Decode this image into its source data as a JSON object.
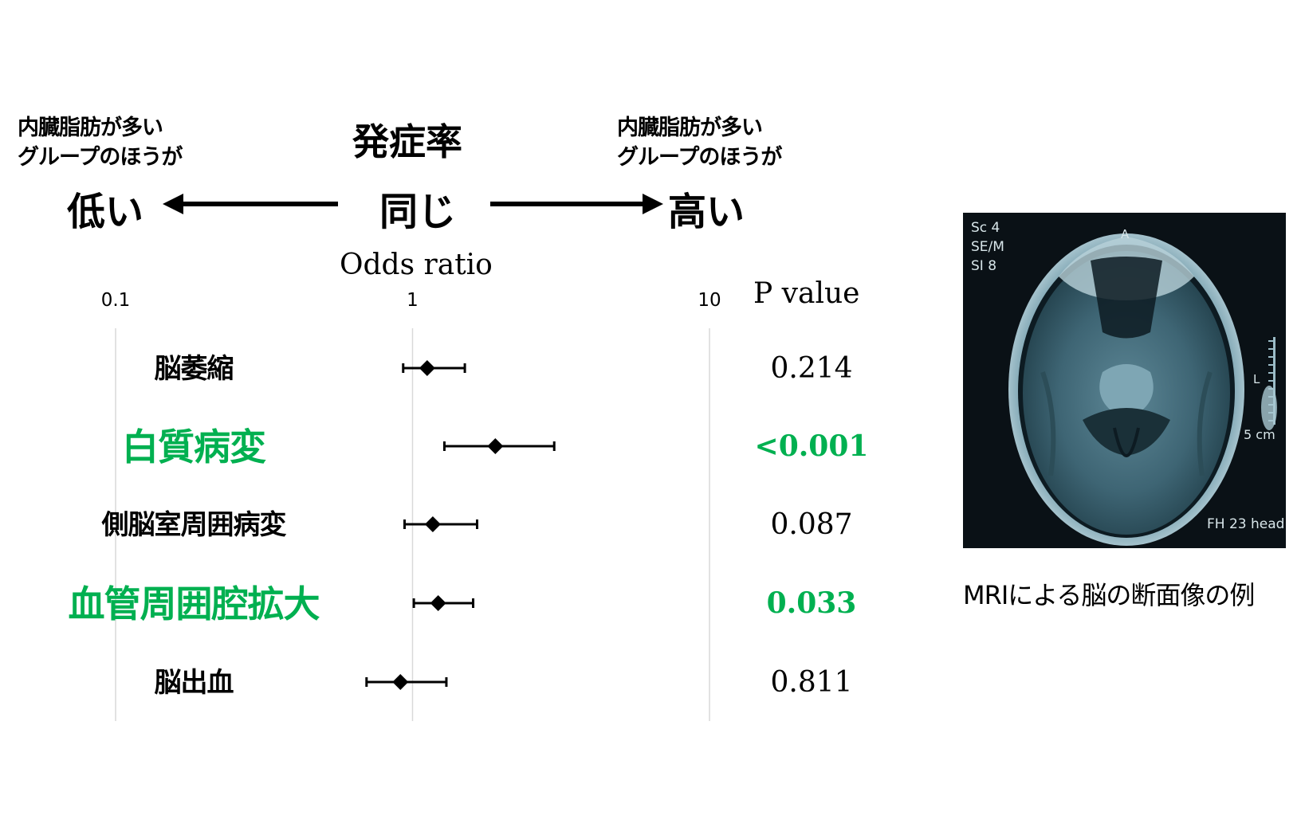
{
  "header": {
    "left_note": [
      "内臓脂肪が多い",
      "グループのほうが"
    ],
    "left_word": "低い",
    "center_top": "発症率",
    "center_word": "同じ",
    "right_note": [
      "内臓脂肪が多い",
      "グループのほうが"
    ],
    "right_word": "高い"
  },
  "colors": {
    "highlight": "#00b050",
    "normal": "#000000"
  },
  "chart_data": {
    "type": "forest",
    "title": "",
    "xlabel": "Odds ratio",
    "xscale": "log",
    "xlim": [
      0.1,
      10
    ],
    "xticks": [
      "0.1",
      "1",
      "10"
    ],
    "reference_value": 1,
    "pvalue_header": "P value",
    "rows": [
      {
        "label": "脳萎縮",
        "or": 1.12,
        "ci_low": 0.93,
        "ci_high": 1.5,
        "p": "0.214",
        "highlight": false
      },
      {
        "label": "白質病変",
        "or": 1.9,
        "ci_low": 1.28,
        "ci_high": 3.0,
        "p": "<0.001",
        "highlight": true
      },
      {
        "label": "側脳室周囲病変",
        "or": 1.17,
        "ci_low": 0.94,
        "ci_high": 1.65,
        "p": "0.087",
        "highlight": false
      },
      {
        "label": "血管周囲腔拡大",
        "or": 1.22,
        "ci_low": 1.01,
        "ci_high": 1.6,
        "p": "0.033",
        "highlight": true
      },
      {
        "label": "脳出血",
        "or": 0.91,
        "ci_low": 0.7,
        "ci_high": 1.3,
        "p": "0.811",
        "highlight": false
      }
    ]
  },
  "image": {
    "overlay_text": [
      "Sc 4",
      "SE/M",
      "SI 8"
    ],
    "anterior_marker": "A",
    "left_marker": "L",
    "scale_label": "5 cm",
    "bottom_label": "FH 23 head",
    "caption": "MRIによる脳の断面像の例"
  }
}
